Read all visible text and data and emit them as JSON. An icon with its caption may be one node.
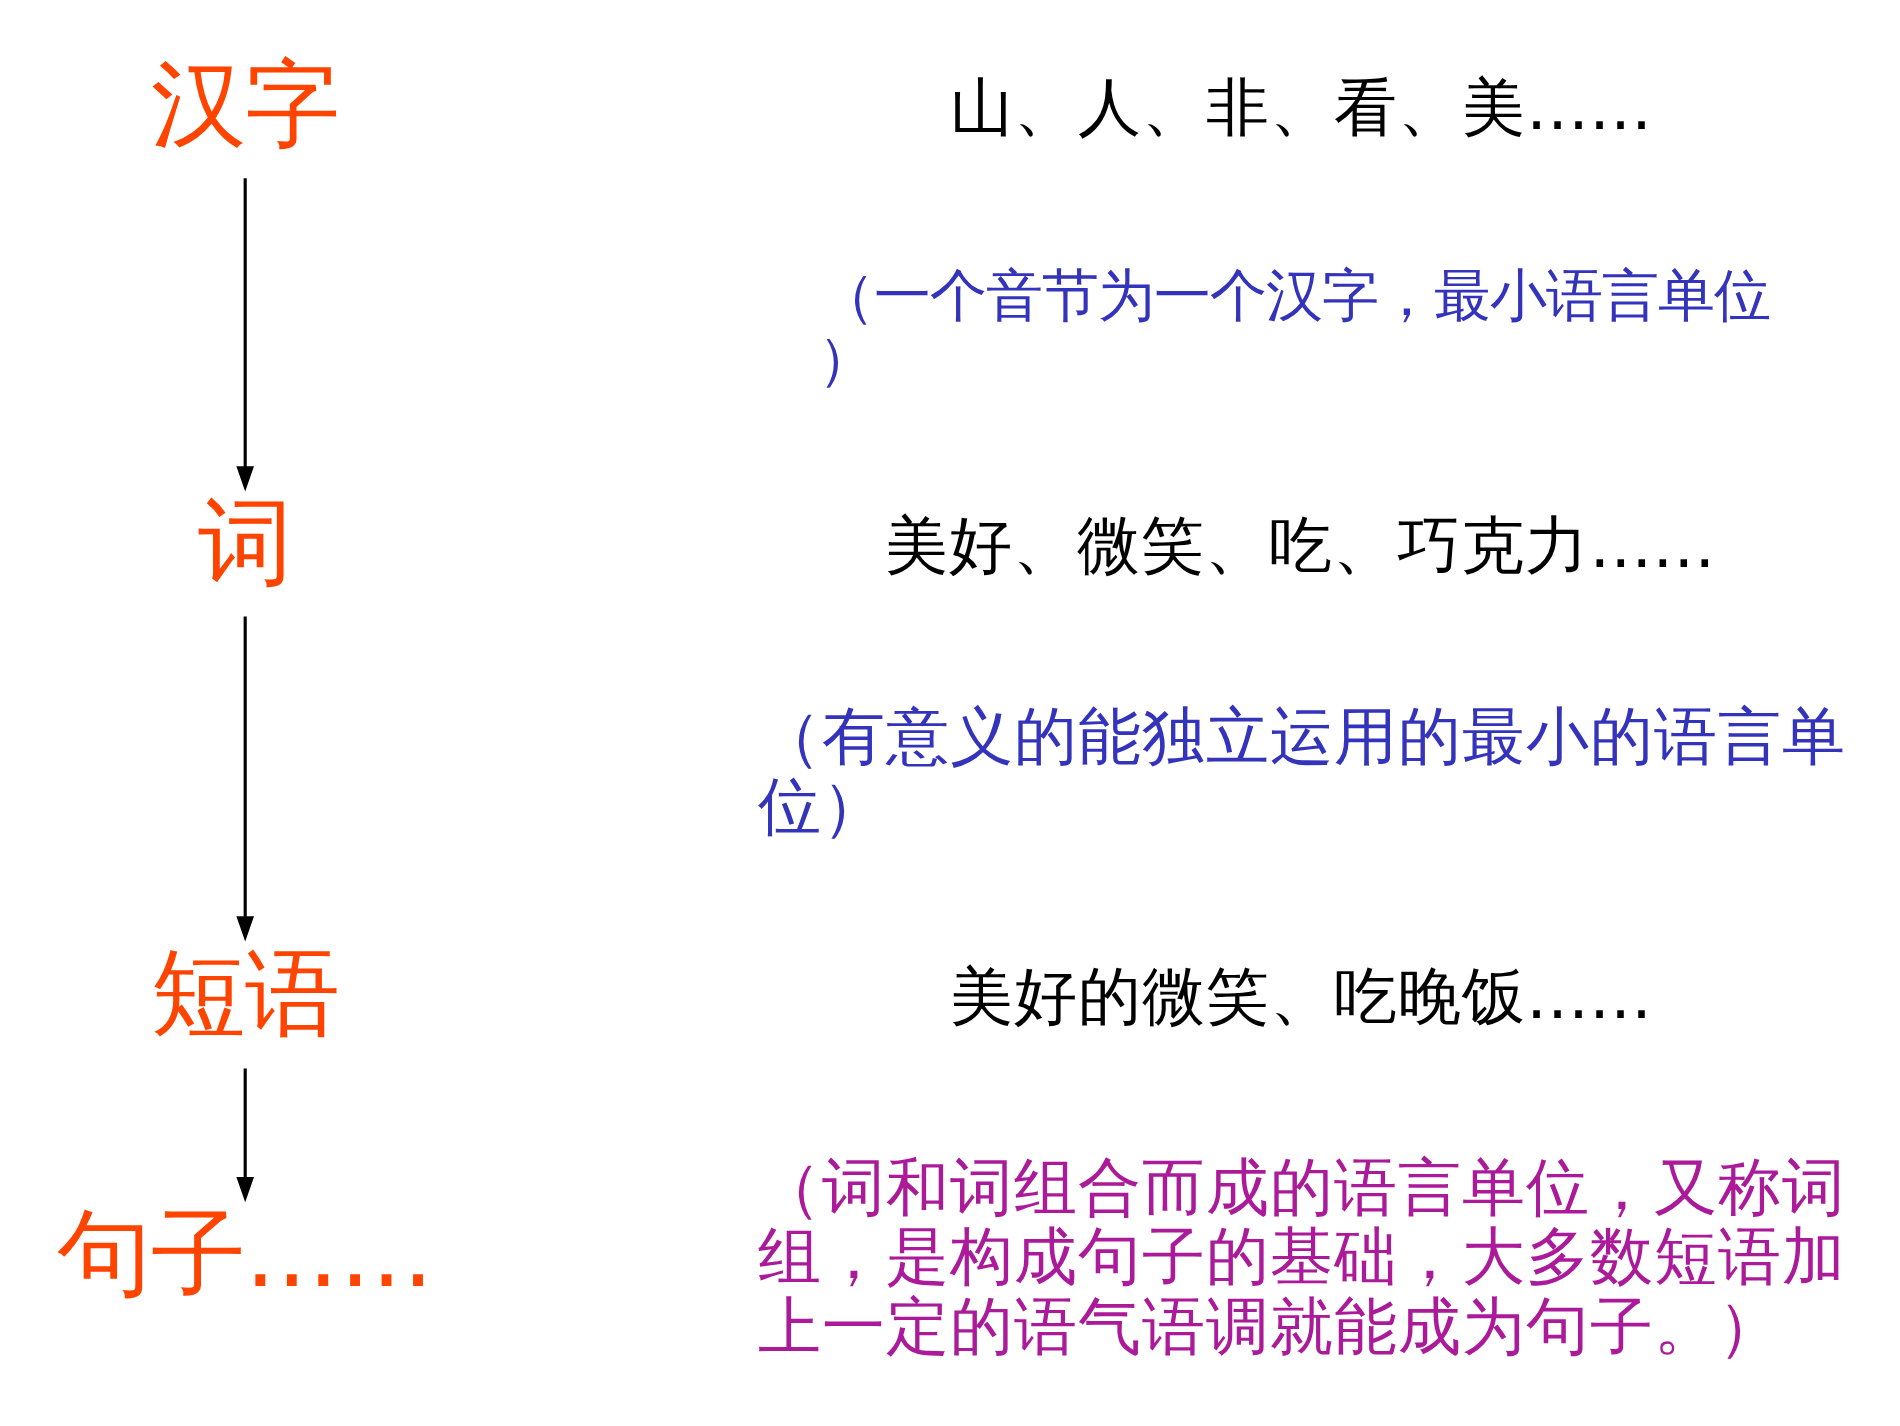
{
  "diagram": {
    "nodes": [
      {
        "text": [
          "汉字"
        ]
      },
      {
        "text": [
          "词"
        ]
      },
      {
        "text": [
          "短语"
        ]
      },
      {
        "text": [
          "句子……"
        ]
      }
    ],
    "edges": [
      {
        "from": 0,
        "to": 1,
        "arrow": "to"
      },
      {
        "from": 1,
        "to": 2,
        "arrow": "to"
      },
      {
        "from": 2,
        "to": 3,
        "arrow": "to"
      }
    ],
    "labels": [
      "山、人、非、看、美……",
      "（一个音节为一个汉字，最小语言单位）",
      "美好、微笑、吃、巧克力……",
      "（有意义的能独立运用的最小的语言单位）",
      "美好的微笑、吃晚饭……",
      "（词和词组合而成的语言单位，又称词组，是构成句子的基础，大多数短语加上一定的语气语调就能成为句子。）"
    ]
  }
}
